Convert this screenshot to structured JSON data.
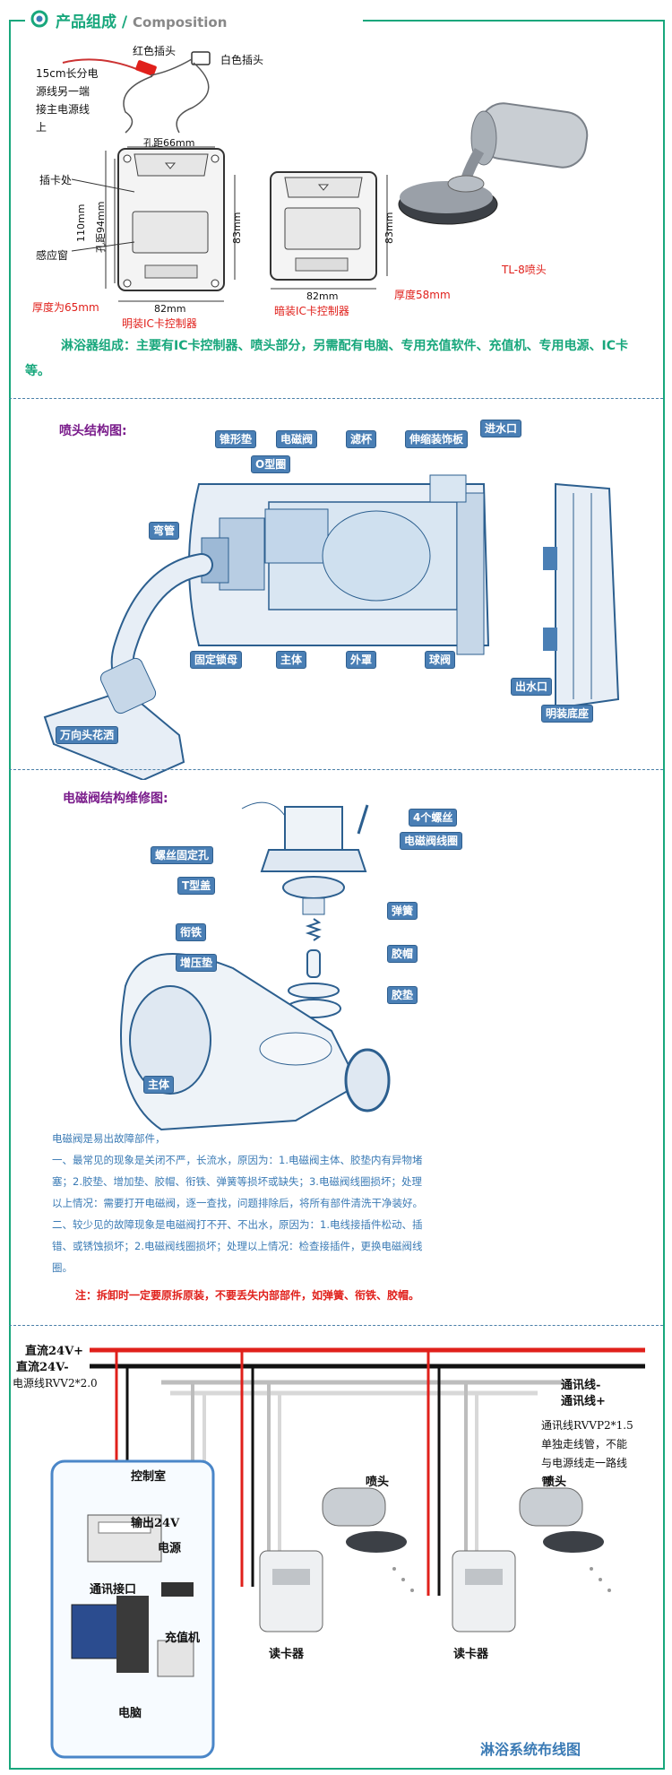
{
  "header": {
    "title_cn": "产品组成",
    "title_sep": " / ",
    "title_en": "Composition"
  },
  "composition": {
    "red_plug": "红色插头",
    "white_plug": "白色插头",
    "cable_note": [
      "15cm长分电",
      "源线另一端",
      "接主电源线",
      "上"
    ],
    "hole_dist_66": "孔距66mm",
    "card_slot": "插卡处",
    "dim_110": "110mm",
    "hole_dist_94": "孔距94mm",
    "dim_83a": "83mm",
    "sense_window": "感应窗",
    "thickness_65": "厚度为65mm",
    "dim_82a": "82mm",
    "exposed_controller": "明装IC卡控制器",
    "dim_83b": "83mm",
    "dim_82b": "82mm",
    "concealed_controller": "暗装IC卡控制器",
    "thickness_58": "厚度58mm",
    "showerhead_model": "TL-8喷头",
    "summary": "淋浴器组成：主要有IC卡控制器、喷头部分，另需配有电脑、专用充值软件、充值机、专用电源、IC卡等。"
  },
  "showerhead_structure": {
    "title": "喷头结构图:",
    "labels": {
      "cone_gasket": "锥形垫",
      "solenoid_valve": "电磁阀",
      "filter_cup": "滤杯",
      "trim_cover": "伸缩装饰板",
      "water_inlet": "进水口",
      "o_ring": "O型圈",
      "elbow": "弯管",
      "lock_nut": "固定锁母",
      "body": "主体",
      "outer_cover": "外罩",
      "ball_valve": "球阀",
      "water_outlet": "出水口",
      "exposed_base": "明装底座",
      "universal_head": "万向头花洒"
    }
  },
  "solenoid_repair": {
    "title": "电磁阀结构维修图:",
    "labels": {
      "screws": "4个螺丝",
      "coil": "电磁阀线圈",
      "screw_hole": "螺丝固定孔",
      "t_cover": "T型盖",
      "spring": "弹簧",
      "armature": "衔铁",
      "rubber_cap": "胶帽",
      "booster_pad": "增压垫",
      "rubber_pad": "胶垫",
      "body": "主体"
    },
    "text": [
      "电磁阀是易出故障部件，",
      "一、最常见的现象是关闭不严，长流水，原因为：1.电磁阀主体、胶垫内有异物堵",
      "塞；2.胶垫、增加垫、胶帽、衔铁、弹簧等损坏或缺失；3.电磁阀线圈损坏；处理",
      "以上情况：需要打开电磁阀，逐一查找，问题排除后，将所有部件清洗干净装好。",
      "二、较少见的故障现象是电磁阀打不开、不出水，原因为：1.电线接插件松动、插",
      "错、或锈蚀损坏；2.电磁阀线圈损坏；处理以上情况：检查接插件，更换电磁阀线",
      "圈。"
    ],
    "note": "注：拆卸时一定要原拆原装，不要丢失内部部件，如弹簧、衔铁、胶帽。"
  },
  "wiring": {
    "dc_plus": "直流24V+",
    "dc_minus": "直流24V-",
    "power_cable": "电源线RVV2*2.0",
    "comm_minus": "通讯线-",
    "comm_plus": "通讯线+",
    "comm_note": [
      "通讯线RVVP2*1.5",
      "单独走线管，不能",
      "与电源线走一路线",
      "管"
    ],
    "control_room": "控制室",
    "output_24v": "输出24V",
    "power_supply": "电源",
    "comm_interface": "通讯接口",
    "recharge": "充值机",
    "computer": "电脑",
    "showerhead1": "喷头",
    "showerhead2": "喷头",
    "reader1": "读卡器",
    "reader2": "读卡器",
    "footer": "淋浴系统布线图"
  },
  "colors": {
    "accent": "#18a77c",
    "red": "#e0201b",
    "purple": "#7a1c8b",
    "blue_tag": "#4a7fb5",
    "text_blue": "#3b7bb5"
  }
}
